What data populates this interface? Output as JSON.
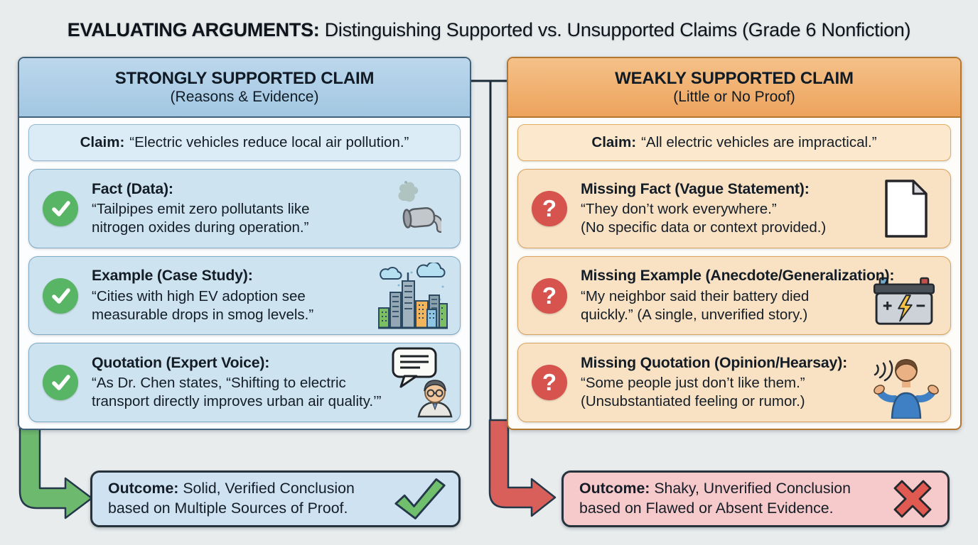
{
  "title": {
    "prefix": "EVALUATING ARGUMENTS:",
    "rest": "Distinguishing Supported vs. Unsupported Claims (Grade 6 Nonfiction)"
  },
  "symbols": {
    "question_mark": "?"
  },
  "left_panel": {
    "title": "STRONGLY SUPPORTED CLAIM",
    "subtitle": "(Reasons & Evidence)",
    "claim_label": "Claim:",
    "claim_text": "“Electric vehicles reduce local air pollution.”",
    "cards": [
      {
        "heading": "Fact (Data):",
        "line1": "“Tailpipes emit zero pollutants like",
        "line2": "nitrogen oxides during operation.”",
        "badge": "check",
        "icon": "tailpipe-icon"
      },
      {
        "heading": "Example (Case Study):",
        "line1": "“Cities with high EV adoption see",
        "line2": "measurable drops in smog levels.”",
        "badge": "check",
        "icon": "city-icon"
      },
      {
        "heading": "Quotation (Expert Voice):",
        "line1": "“As Dr. Chen states, “Shifting to electric",
        "line2": "transport directly improves urban air quality.’”",
        "badge": "check",
        "icon": "expert-quote-icon"
      }
    ],
    "outcome": {
      "label": "Outcome:",
      "line1": "Solid, Verified Conclusion",
      "line2": "based on Multiple Sources of Proof.",
      "mark": "check"
    }
  },
  "right_panel": {
    "title": "WEAKLY SUPPORTED CLAIM",
    "subtitle": "(Little or No Proof)",
    "claim_label": "Claim:",
    "claim_text": "“All electric vehicles are impractical.”",
    "cards": [
      {
        "heading": "Missing Fact (Vague Statement):",
        "line1": "“They don’t work everywhere.”",
        "line2": "(No specific data or context provided.)",
        "badge": "question",
        "icon": "document-icon"
      },
      {
        "heading": "Missing Example (Anecdote/Generalization):",
        "line1": "“My neighbor said their battery died",
        "line2": "quickly.” (A single, unverified story.)",
        "badge": "question",
        "icon": "battery-icon"
      },
      {
        "heading": "Missing Quotation (Opinion/Hearsay):",
        "line1": "“Some people just don’t like them.”",
        "line2": "(Unsubstantiated feeling or rumor.)",
        "badge": "question",
        "icon": "shrug-person-icon"
      }
    ],
    "outcome": {
      "label": "Outcome:",
      "line1": "Shaky, Unverified Conclusion",
      "line2": "based on Flawed or Absent Evidence.",
      "mark": "cross"
    }
  },
  "colors": {
    "background": "#e8eced",
    "supported_header_blue": "#a9cbe4",
    "supported_card_blue": "#cde3ef",
    "weak_header_orange": "#f2b173",
    "weak_card_peach": "#f9e2c4",
    "check_green": "#58b566",
    "question_red": "#d6534e",
    "arrow_green": "#6db96d",
    "arrow_red": "#d9605a",
    "outcome_left_bg": "#cfe2f2",
    "outcome_right_bg": "#f6c9cb"
  }
}
